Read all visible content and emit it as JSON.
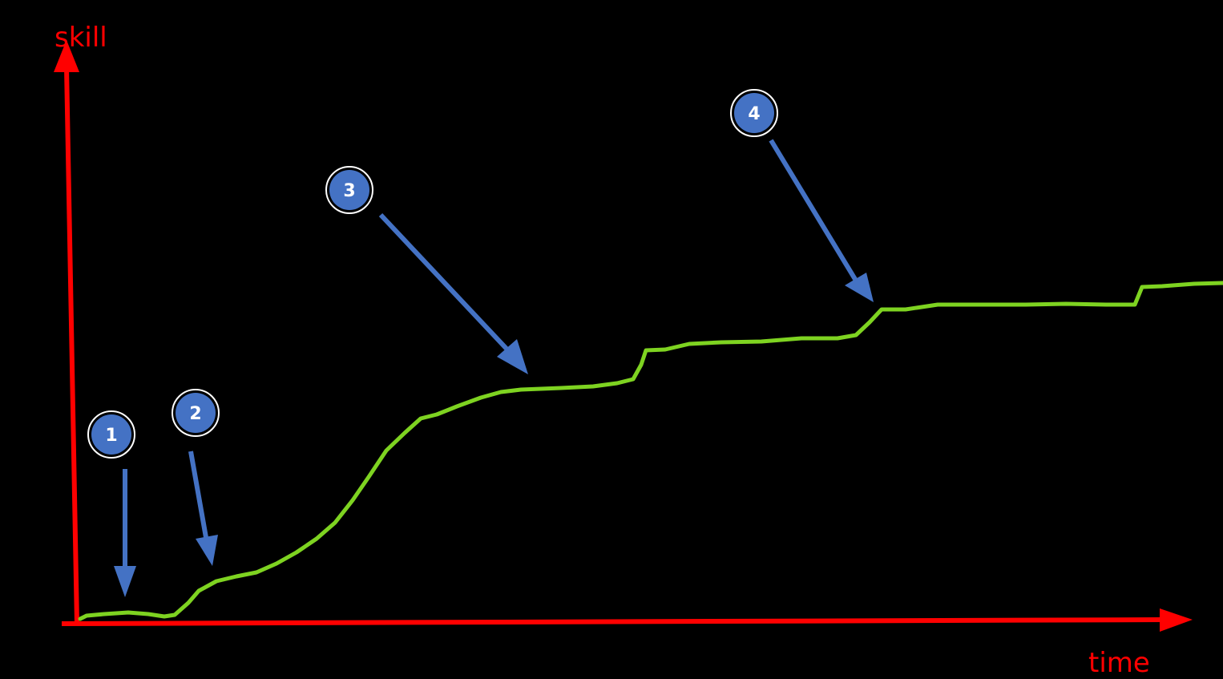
{
  "colors": {
    "background": "#000000",
    "axis": "#ff0000",
    "curve": "#7ed321",
    "marker": "#4472c4",
    "marker_ring": "#ffffff",
    "marker_text": "#ffffff"
  },
  "axes": {
    "y_label": "skill",
    "x_label": "time"
  },
  "markers": [
    {
      "label": "1",
      "description_icon": "down-arrow"
    },
    {
      "label": "2",
      "description_icon": "down-arrow"
    },
    {
      "label": "3",
      "description_icon": "down-arrow"
    },
    {
      "label": "4",
      "description_icon": "down-arrow"
    }
  ]
}
